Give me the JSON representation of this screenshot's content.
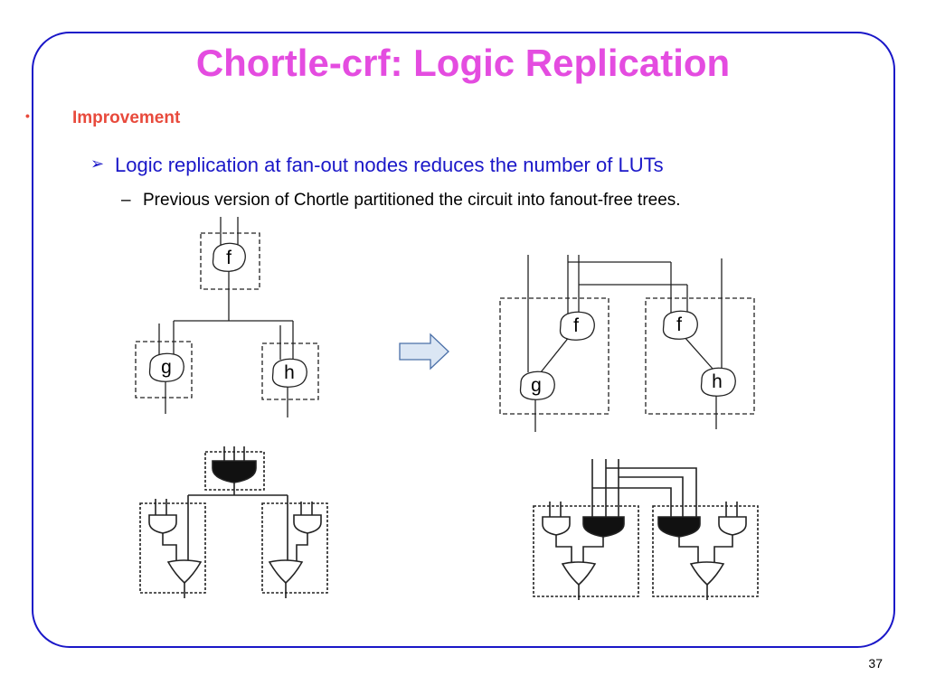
{
  "slide": {
    "title": "Chortle-crf: Logic Replication",
    "bullet_marker": "•",
    "bullet1": "Improvement",
    "bullet2_marker": "➢",
    "bullet2": "Logic replication at fan-out nodes reduces the number of LUTs",
    "bullet3_marker": "–",
    "bullet3": "Previous version of Chortle partitioned the circuit into fanout-free trees.",
    "page_number": "37"
  },
  "diagram": {
    "left_nodes": [
      "f",
      "g",
      "h"
    ],
    "right_nodes": [
      "f",
      "g",
      "f",
      "h"
    ]
  },
  "colors": {
    "border": "#1a17c8",
    "title": "#e44ce0",
    "bullet1": "#e84a3c",
    "bullet2": "#1a17c8",
    "arrow_fill": "#dbe6f4",
    "arrow_stroke": "#4a6fa8"
  }
}
